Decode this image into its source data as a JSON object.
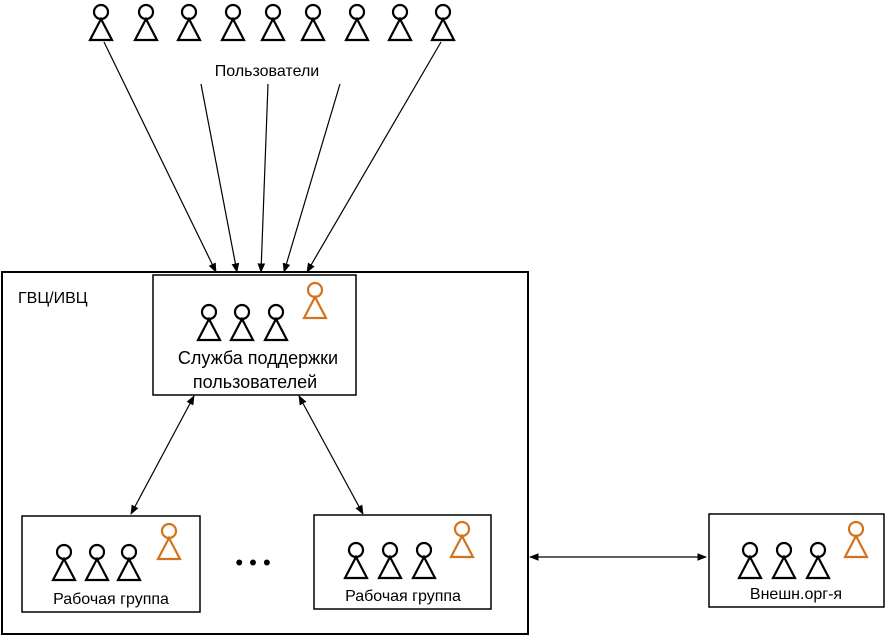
{
  "users_label": "Пользователи",
  "center": {
    "title": "ГВЦ/ИВЦ",
    "support_line1": "Служба поддержки",
    "support_line2": "пользователей"
  },
  "working_group_left": "Рабочая группа",
  "working_group_right": "Рабочая группа",
  "external_org": "Внешн.орг-я",
  "ellipsis": "• • •",
  "colors": {
    "line": "#000000",
    "accent": "#d2741e",
    "background": "#ffffff"
  }
}
